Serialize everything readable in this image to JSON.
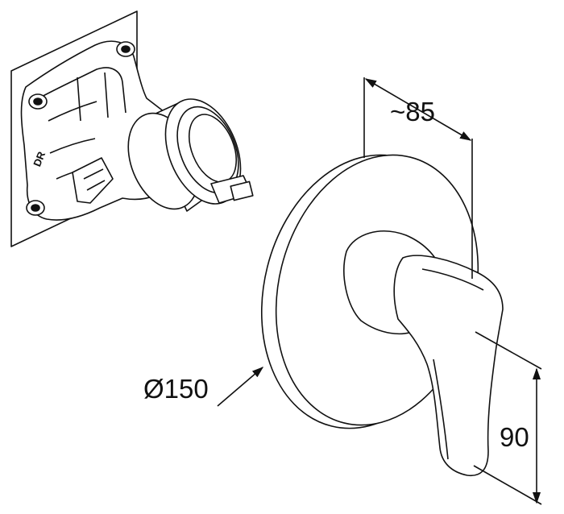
{
  "diagram": {
    "stroke_color": "#111111",
    "background_color": "#ffffff",
    "part_marking": "DR",
    "dimensions": {
      "depth": "~85",
      "cover_diameter": "Ø150",
      "handle_height": "90"
    }
  }
}
